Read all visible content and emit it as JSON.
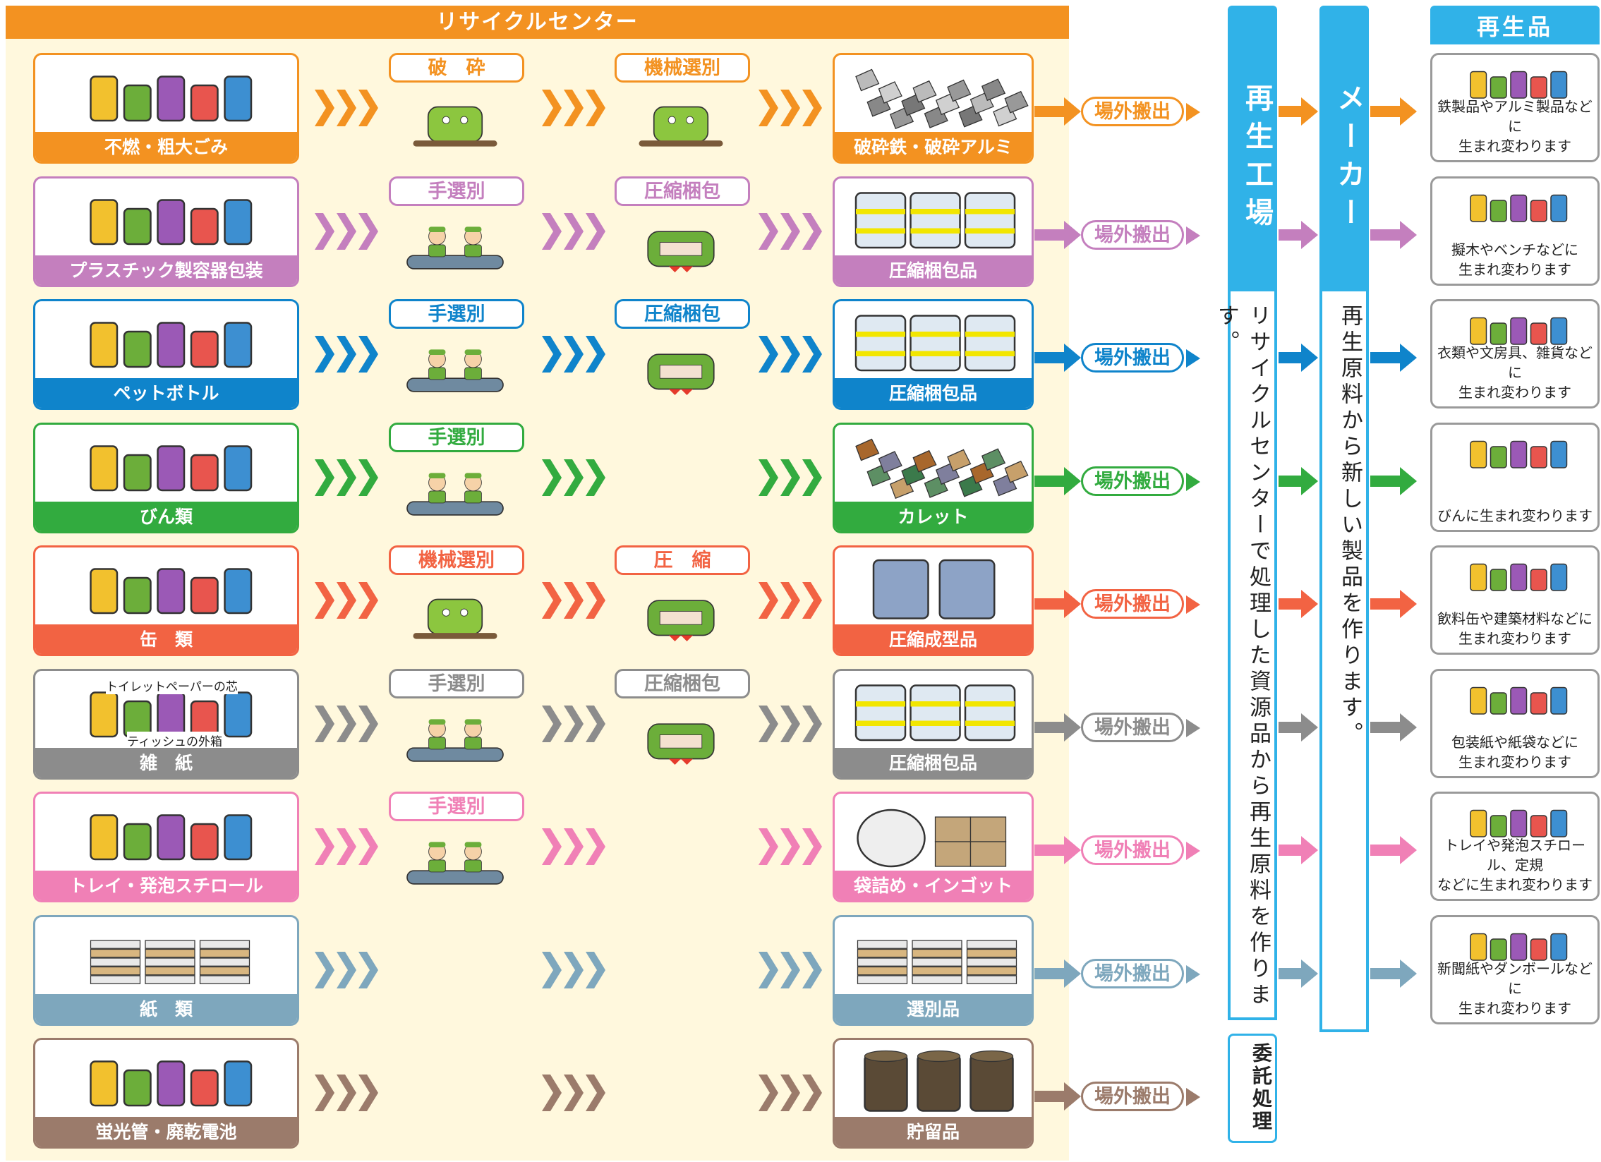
{
  "header": {
    "center_title": "リサイクルセンター",
    "factory_title": "再生工場",
    "maker_title": "メーカー",
    "products_title": "再生品"
  },
  "factory_text": "リサイクルセンターで処理した資源品から再生原料を作ります。",
  "maker_text": "再生原料から新しい製品を作ります。",
  "consign_label": "委託処理",
  "carry_out_label": "場外搬出",
  "colors": {
    "center_bar": "#f39221",
    "center_bg": "#fff8dd",
    "factory": "#30b2e8"
  },
  "rows": [
    {
      "color": "#f39221",
      "source": "不燃・粗大ごみ",
      "p1": "破　砕",
      "p2": "機械選別",
      "output": "破砕鉄・破砕アルミ",
      "product": [
        "鉄製品やアルミ製品などに",
        "生まれ変わります"
      ],
      "src_icon": "pots-appliances-icon",
      "out_icon": "crushed-metal-icon",
      "p1_icon": "crusher-icon",
      "p2_icon": "sorting-machine-icon"
    },
    {
      "color": "#c47fbe",
      "source": "プラスチック製容器包装",
      "p1": "手選別",
      "p2": "圧縮梱包",
      "output": "圧縮梱包品",
      "product": [
        "擬木やベンチなどに",
        "生まれ変わります"
      ],
      "src_icon": "plastic-containers-icon",
      "out_icon": "bales-icon",
      "p1_icon": "workers-icon",
      "p2_icon": "compressor-icon"
    },
    {
      "color": "#0f84cb",
      "source": "ペットボトル",
      "p1": "手選別",
      "p2": "圧縮梱包",
      "output": "圧縮梱包品",
      "product": [
        "衣類や文房具、雑貨などに",
        "生まれ変わります"
      ],
      "src_icon": "pet-bottles-icon",
      "out_icon": "bales-icon",
      "p1_icon": "workers-icon",
      "p2_icon": "compressor-icon"
    },
    {
      "color": "#32ab3f",
      "source": "びん類",
      "p1": "手選別",
      "p2": "",
      "output": "カレット",
      "product": [
        "びんに生まれ変わります"
      ],
      "src_icon": "glass-bottles-icon",
      "out_icon": "cullet-icon",
      "p1_icon": "workers-icon",
      "p2_icon": ""
    },
    {
      "color": "#f26343",
      "source": "缶　類",
      "p1": "機械選別",
      "p2": "圧　縮",
      "output": "圧縮成型品",
      "product": [
        "飲料缶や建築材料などに",
        "生まれ変わります"
      ],
      "src_icon": "cans-icon",
      "out_icon": "compressed-blocks-icon",
      "p1_icon": "sorting-machine-icon",
      "p2_icon": "compressor-icon"
    },
    {
      "color": "#8c8c8c",
      "source": "雑　紙",
      "p1": "手選別",
      "p2": "圧縮梱包",
      "output": "圧縮梱包品",
      "product": [
        "包装紙や紙袋などに",
        "生まれ変わります"
      ],
      "src_icon": "mixed-paper-icon",
      "out_icon": "paper-bales-icon",
      "p1_icon": "workers-icon",
      "p2_icon": "compressor-icon",
      "notes": [
        "トイレットペーパーの芯",
        "ティッシュの外箱"
      ]
    },
    {
      "color": "#f080b6",
      "source": "トレイ・発泡スチロール",
      "p1": "手選別",
      "p2": "",
      "output": "袋詰め・インゴット",
      "product": [
        "トレイや発泡スチロール、定規",
        "などに生まれ変わります"
      ],
      "src_icon": "styrofoam-boxes-icon",
      "out_icon": "ingots-icon",
      "p1_icon": "workers-icon",
      "p2_icon": ""
    },
    {
      "color": "#7ea7bd",
      "source": "紙　類",
      "p1": "",
      "p2": "",
      "output": "選別品",
      "product": [
        "新聞紙やダンボールなどに",
        "生まれ変わります"
      ],
      "src_icon": "cardboard-icon",
      "out_icon": "paper-stacks-icon",
      "p1_icon": "",
      "p2_icon": ""
    },
    {
      "color": "#9b7b6b",
      "source": "蛍光管・廃乾電池",
      "p1": "",
      "p2": "",
      "output": "貯留品",
      "product": [],
      "src_icon": "batteries-icon",
      "out_icon": "drums-icon",
      "p1_icon": "",
      "p2_icon": ""
    }
  ]
}
